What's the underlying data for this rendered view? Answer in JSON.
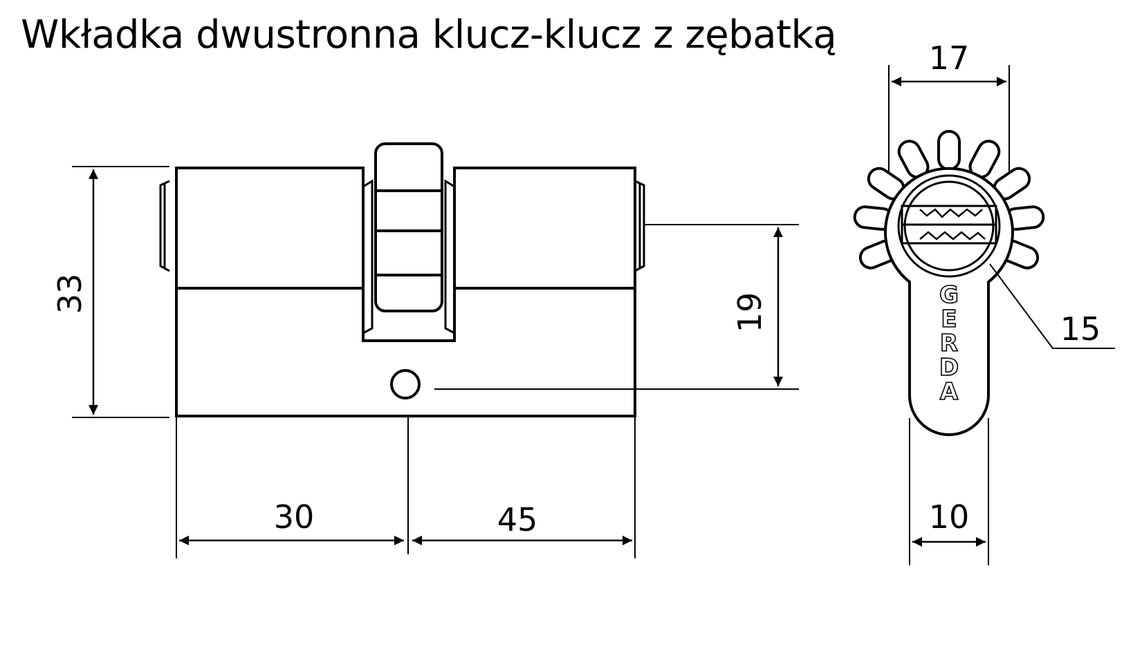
{
  "title": "Wkładka dwustronna klucz-klucz z zębatką",
  "dimensions": {
    "height": "33",
    "offset": "19",
    "left_length": "30",
    "right_length": "45",
    "end_width": "17",
    "bottom_width": "10",
    "gear_diameter": "15"
  },
  "brand": {
    "letters": [
      "G",
      "E",
      "R",
      "D",
      "A"
    ]
  },
  "colors": {
    "line": "#000000",
    "background": "#ffffff"
  }
}
